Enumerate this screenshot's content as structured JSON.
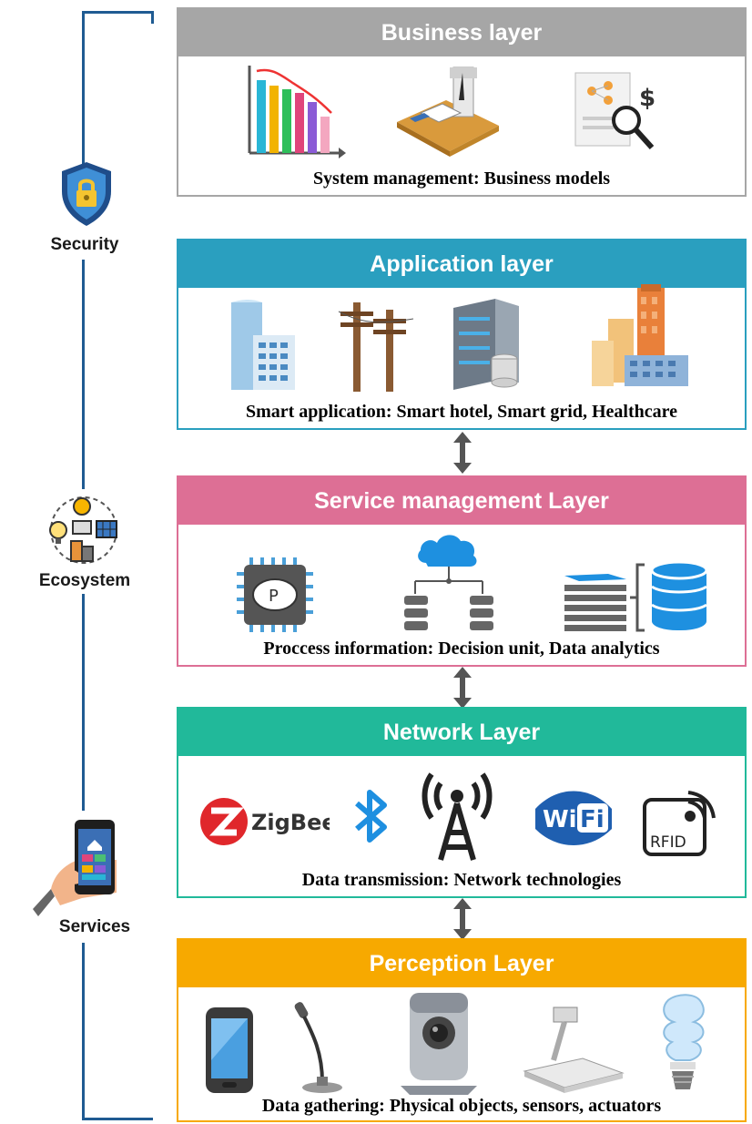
{
  "side_labels": {
    "security": "Security",
    "ecosystem": "Ecosystem",
    "services": "Services"
  },
  "layers": {
    "business": {
      "title": "Business layer",
      "caption": "System management: Business models",
      "color": "#a6a6a6"
    },
    "application": {
      "title": "Application layer",
      "caption": "Smart application: Smart hotel, Smart grid, Healthcare",
      "color": "#2a9fbf"
    },
    "service_management": {
      "title": "Service management Layer",
      "caption": "Proccess information: Decision unit, Data analytics",
      "color": "#dd6f95"
    },
    "network": {
      "title": "Network Layer",
      "caption": "Data transmission: Network technologies",
      "color": "#21b99a"
    },
    "perception": {
      "title": "Perception Layer",
      "caption": "Data gathering: Physical objects, sensors, actuators",
      "color": "#f7a900"
    }
  },
  "network_logos": {
    "zigbee": "ZigBee",
    "wifi_a": "Wi",
    "wifi_b": "Fi",
    "rfid": "RFID",
    "chip_letter": "P"
  },
  "icon_names": [
    "shield-lock-icon",
    "ecosystem-icon",
    "hand-phone-icon",
    "bar-chart-icon",
    "office-desk-icon",
    "document-search-icon",
    "building-icon",
    "power-pole-icon",
    "server-icon",
    "city-icon",
    "processor-chip-icon",
    "cloud-network-icon",
    "database-stack-icon",
    "zigbee-logo",
    "bluetooth-icon",
    "antenna-tower-icon",
    "wifi-logo",
    "rfid-icon",
    "smartphone-icon",
    "microphone-icon",
    "camera-icon",
    "projector-icon",
    "light-bulb-icon"
  ]
}
